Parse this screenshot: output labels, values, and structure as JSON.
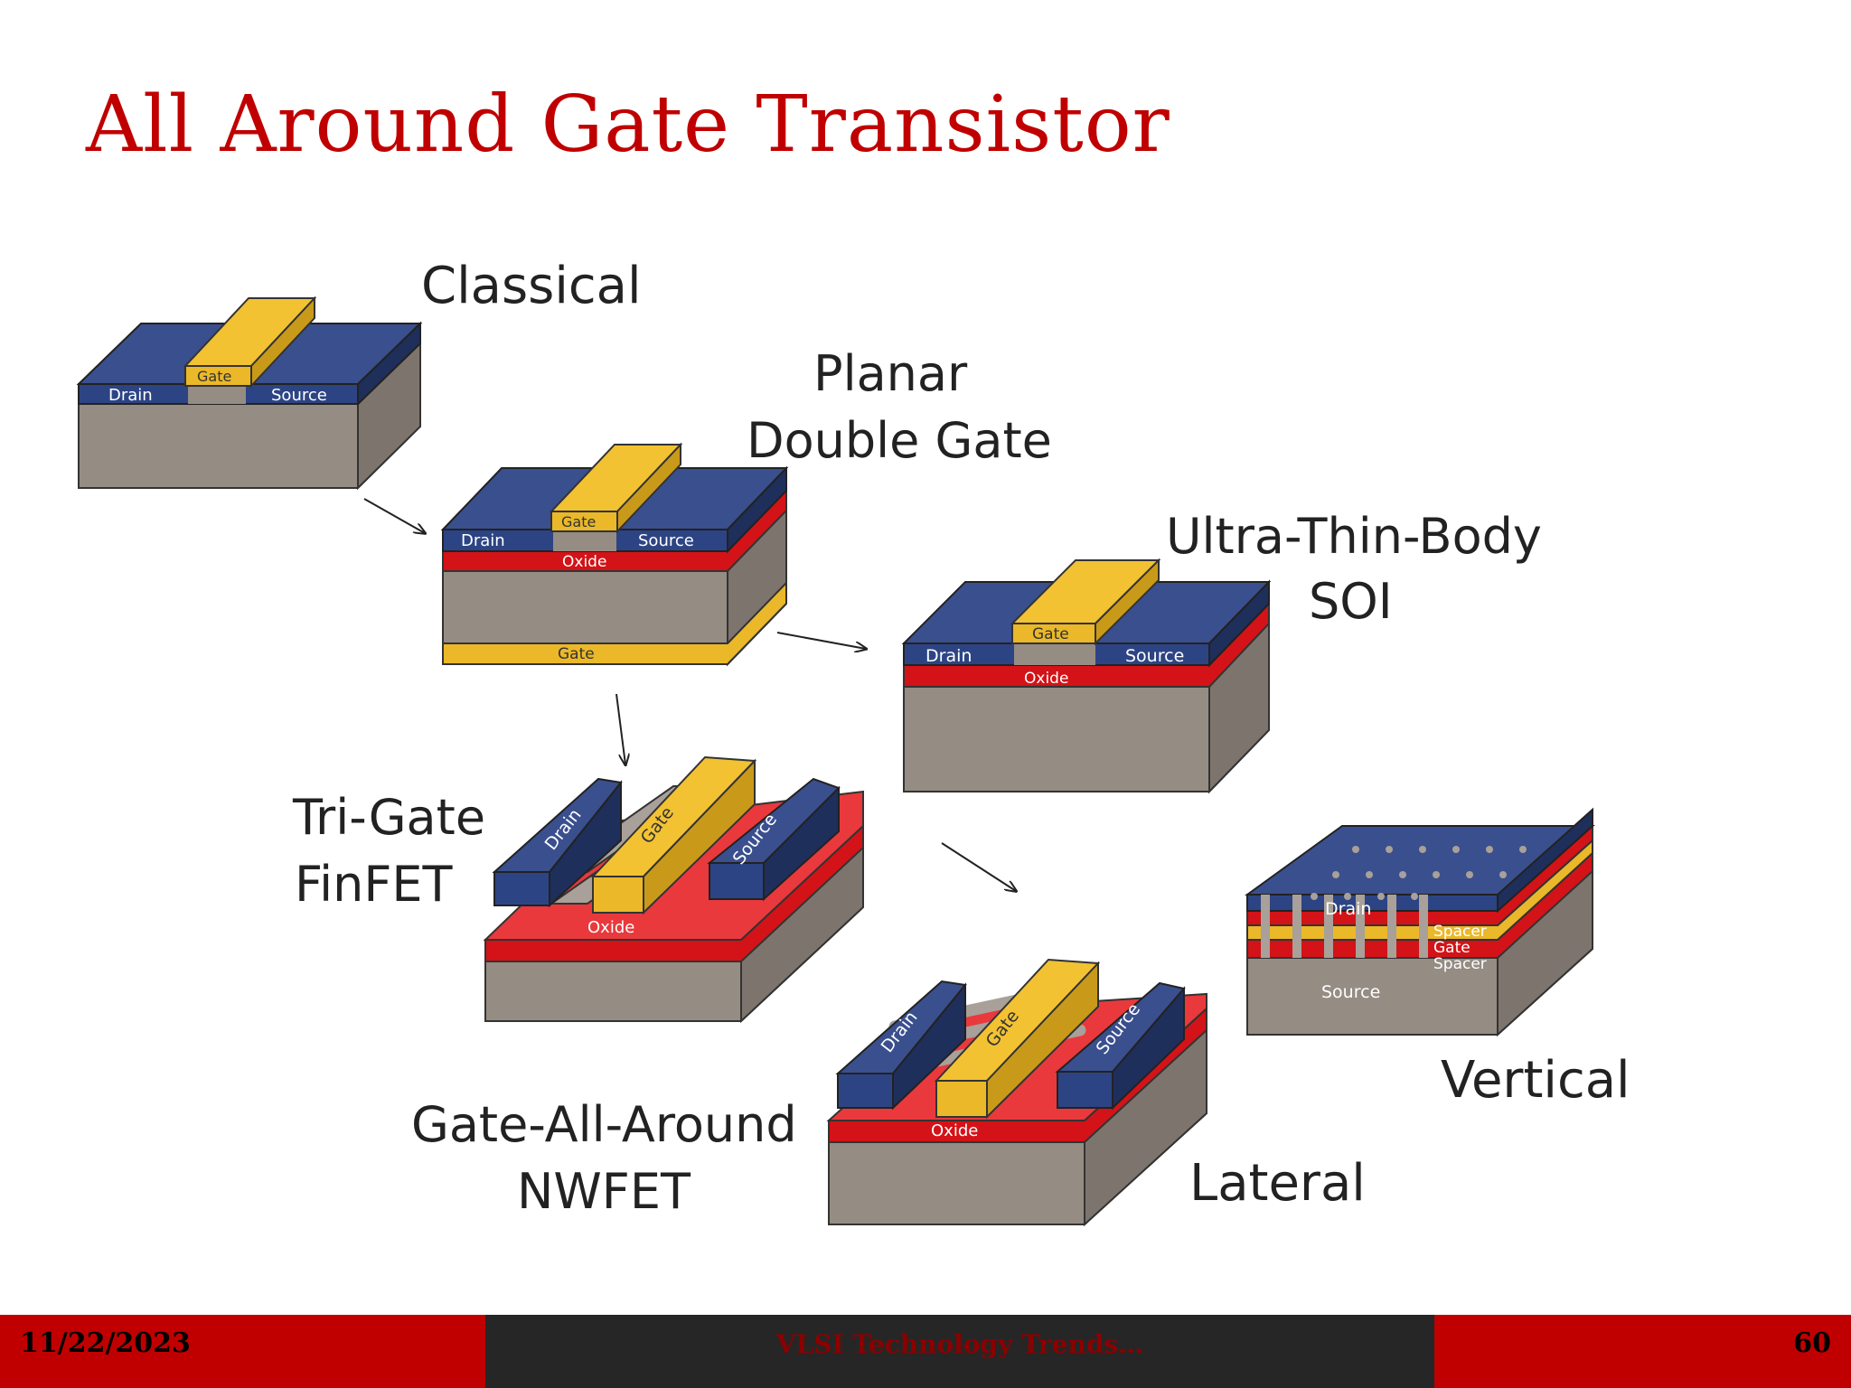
{
  "slide": {
    "title": "All Around Gate Transistor"
  },
  "diagram": {
    "headings": {
      "classical": "Classical",
      "planar_1": "Planar",
      "planar_2": "Double Gate",
      "utb_1": "Ultra-Thin-Body",
      "utb_2": "SOI",
      "trigate_1": "Tri-Gate",
      "trigate_2": "FinFET",
      "gaa_1": "Gate-All-Around",
      "gaa_2": "NWFET",
      "lateral": "Lateral",
      "vertical": "Vertical"
    },
    "labels": {
      "drain": "Drain",
      "source": "Source",
      "gate": "Gate",
      "oxide": "Oxide",
      "spacer": "Spacer"
    },
    "colors": {
      "blue": "#2d4484",
      "gold": "#eab829",
      "red": "#d31317",
      "gray": "#958c83",
      "title": "#c00000"
    }
  },
  "footer": {
    "date": "11/22/2023",
    "title": "VLSI Technology Trends…",
    "page": "60"
  }
}
